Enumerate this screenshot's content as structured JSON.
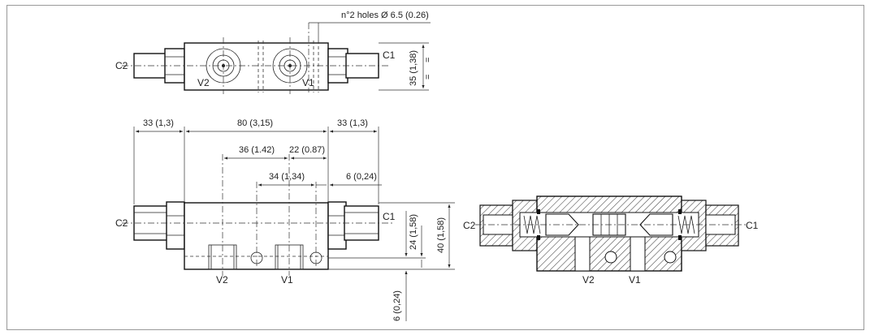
{
  "top_view": {
    "port_left": "C2",
    "port_right": "C1",
    "valve_left": "V2",
    "valve_right": "V1",
    "holes_note": "n°2 holes Ø 6.5 (0.26)",
    "height_dim": "35 (1,38)"
  },
  "front_view": {
    "port_left": "C2",
    "port_right": "C1",
    "valve_left": "V2",
    "valve_right": "V1",
    "dim_left_fitting": "33 (1,3)",
    "dim_body": "80 (3,15)",
    "dim_right_fitting": "33 (1,3)",
    "dim_36": "36 (1.42)",
    "dim_22": "22 (0.87)",
    "dim_34": "34 (1,34)",
    "dim_6_top": "6 (0,24)",
    "dim_24": "24 (1,58)",
    "dim_40": "40 (1,58)",
    "dim_6_bottom": "6 (0,24)"
  },
  "section_view": {
    "port_left": "C2",
    "port_right": "C1",
    "valve_left": "V2",
    "valve_right": "V1"
  },
  "colors": {
    "line": "#222222",
    "background": "#ffffff"
  }
}
